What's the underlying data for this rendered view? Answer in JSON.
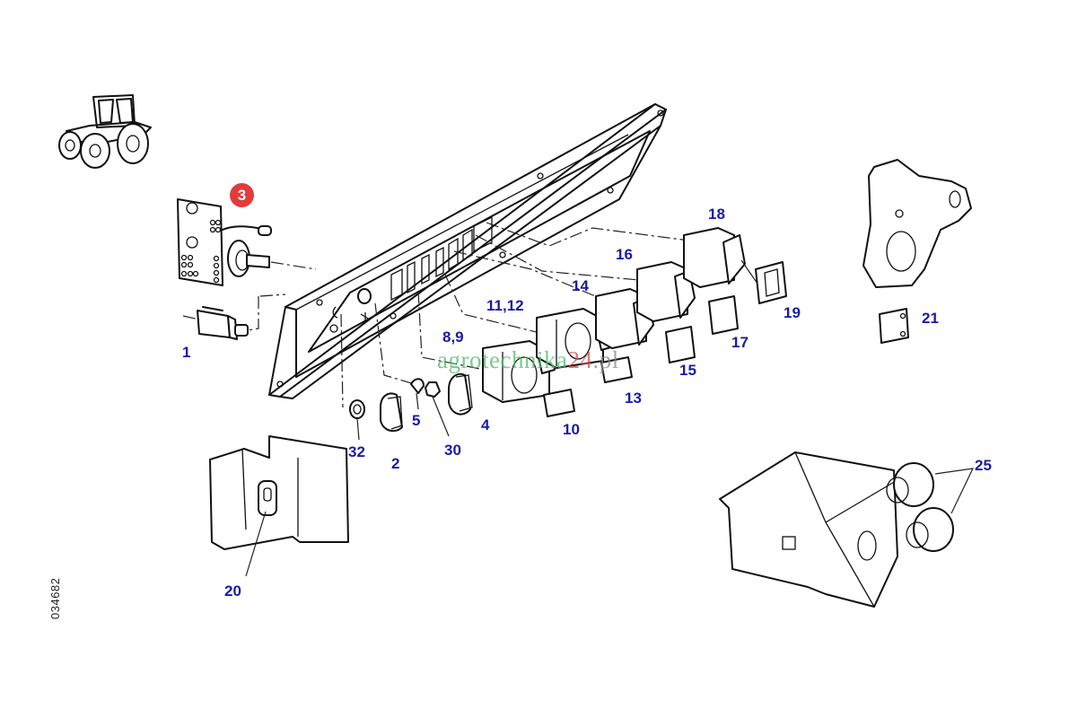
{
  "diagram": {
    "title_badge": "3",
    "drawing_number": "034682",
    "watermark": {
      "main": "agrotechnika",
      "number": "24",
      "suffix": ".pl"
    },
    "callouts": [
      {
        "id": "c1",
        "text": "1"
      },
      {
        "id": "c2",
        "text": "2"
      },
      {
        "id": "c4",
        "text": "4"
      },
      {
        "id": "c5",
        "text": "5"
      },
      {
        "id": "c89",
        "text": "8,9"
      },
      {
        "id": "c10",
        "text": "10"
      },
      {
        "id": "c1112",
        "text": "11,12"
      },
      {
        "id": "c13",
        "text": "13"
      },
      {
        "id": "c14",
        "text": "14"
      },
      {
        "id": "c15",
        "text": "15"
      },
      {
        "id": "c16",
        "text": "16"
      },
      {
        "id": "c17",
        "text": "17"
      },
      {
        "id": "c18",
        "text": "18"
      },
      {
        "id": "c19",
        "text": "19"
      },
      {
        "id": "c20",
        "text": "20"
      },
      {
        "id": "c21",
        "text": "21"
      },
      {
        "id": "c25",
        "text": "25"
      },
      {
        "id": "c30",
        "text": "30"
      },
      {
        "id": "c32",
        "text": "32"
      }
    ],
    "colors": {
      "label": "#1a1aa8",
      "badge": "#e23b3b",
      "watermark_green": "#4fb86a",
      "watermark_red": "#d94b4b"
    }
  }
}
